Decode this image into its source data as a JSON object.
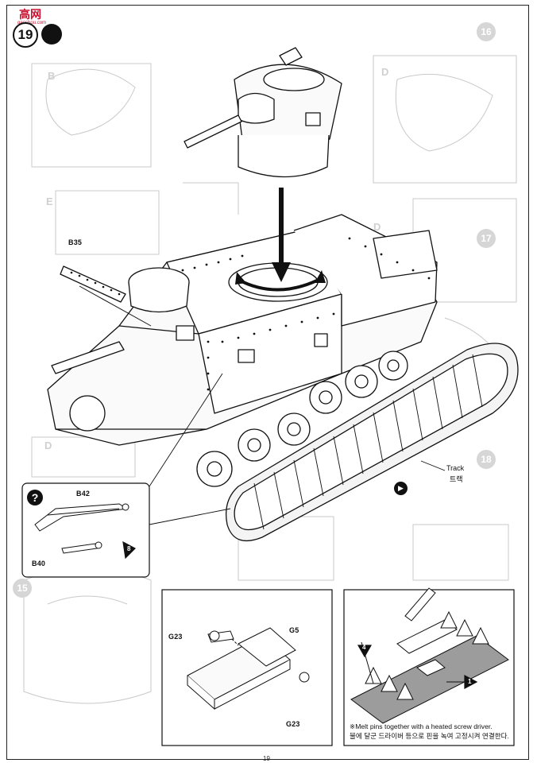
{
  "header": {
    "step_number": "19",
    "watermark_text": "高网",
    "watermark_url": "gaoshou.com"
  },
  "background_steps": [
    "16",
    "17",
    "18",
    "15"
  ],
  "labels": {
    "b35": "B35",
    "b42": "B42",
    "b40": "B40",
    "g23_top": "G23",
    "g5": "G5",
    "g23_bottom": "G23",
    "track_en": "Track",
    "track_ko": "트랙"
  },
  "callouts": {
    "count_8": "8",
    "count_4": "4",
    "count_1": "1",
    "help_symbol": "?"
  },
  "footnote": {
    "line1": "※Melt pins together with a heated screw driver.",
    "line2": "불에 달군 드라이버 등으로 핀을 녹여 고정시켜 연결한다."
  },
  "page_number": "19"
}
